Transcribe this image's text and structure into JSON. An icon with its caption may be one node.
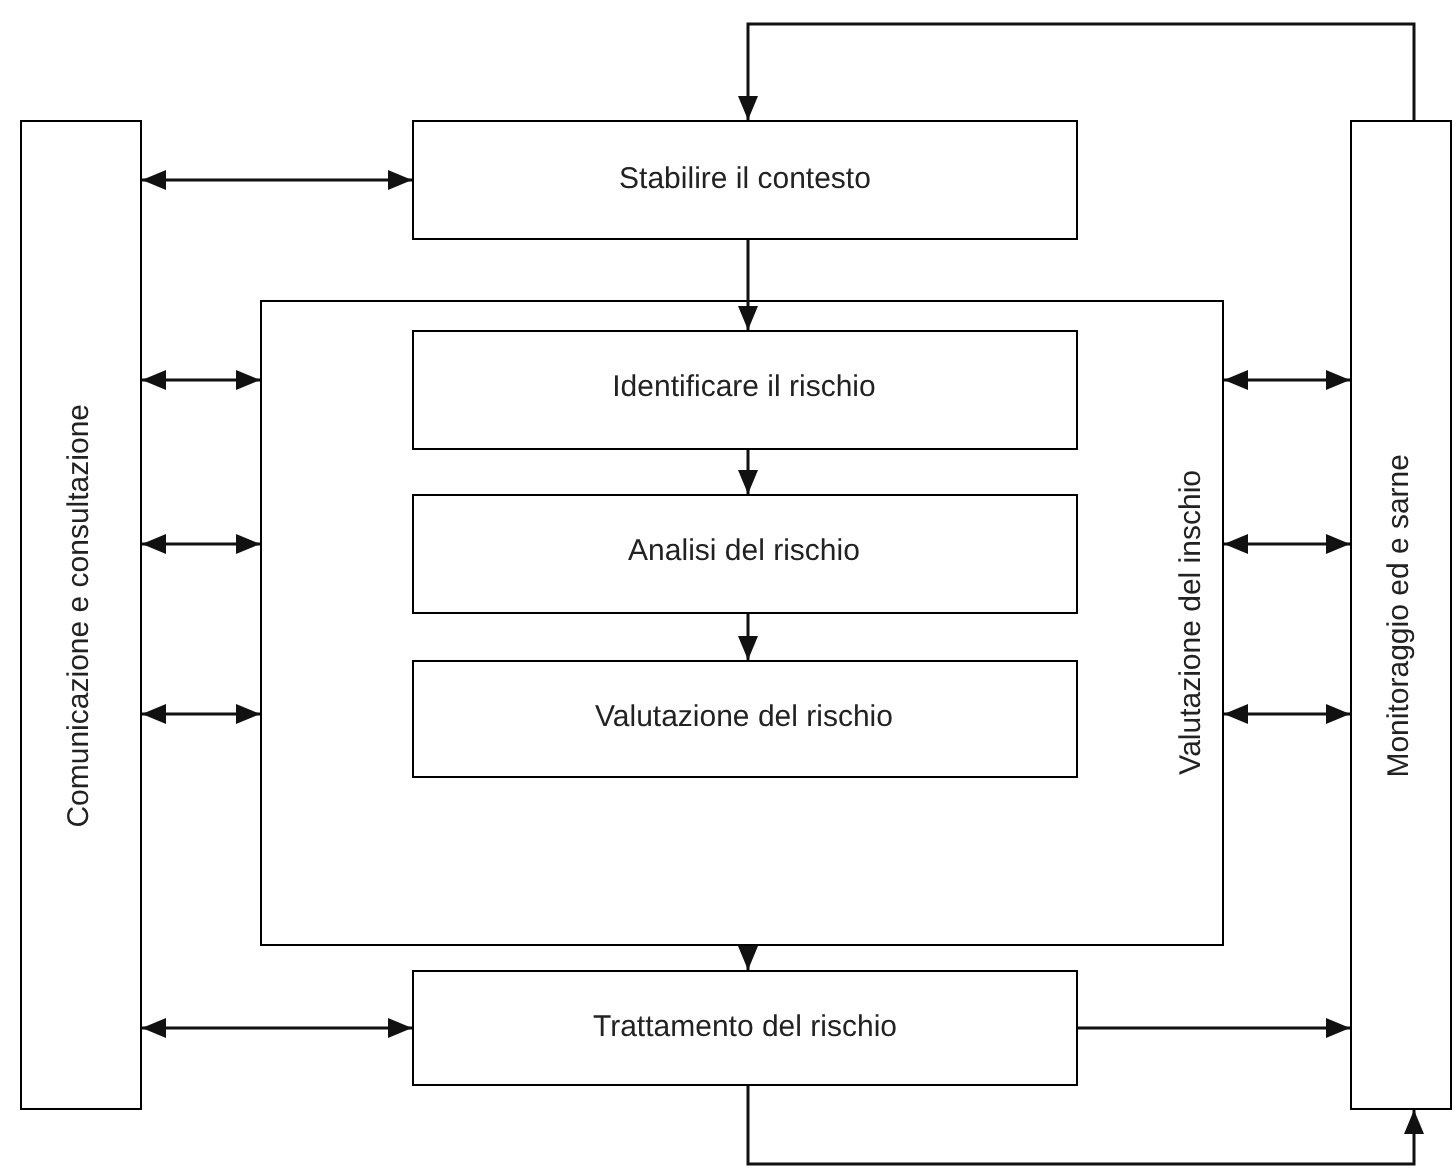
{
  "diagram": {
    "nodes": [
      {
        "text": [
          "Comunicazione e consultazione"
        ]
      },
      {
        "text": [
          "Stabilire il contesto"
        ]
      },
      {
        "text": [
          "Valutazione del inschio"
        ]
      },
      {
        "text": [
          "Identificare il rischio"
        ],
        "in": 2
      },
      {
        "text": [
          "Analisi del rischio"
        ],
        "in": 2
      },
      {
        "text": [
          "Valutazione del rischio"
        ],
        "in": 2
      },
      {
        "text": [
          "Trattamento del rischio"
        ]
      },
      {
        "text": [
          "Monitoraggio ed e sarne"
        ]
      }
    ],
    "edges": [
      {
        "from": 7,
        "to": 1,
        "arrow": "to"
      },
      {
        "from": 0,
        "to": 1,
        "arrow": "both"
      },
      {
        "from": 1,
        "to": 3,
        "arrow": "to"
      },
      {
        "from": 3,
        "to": 4,
        "arrow": "to"
      },
      {
        "from": 4,
        "to": 5,
        "arrow": "to"
      },
      {
        "from": 2,
        "to": 6,
        "arrow": "to"
      },
      {
        "from": 0,
        "to": 2,
        "arrow": "both"
      },
      {
        "from": 0,
        "to": 2,
        "arrow": "both"
      },
      {
        "from": 0,
        "to": 2,
        "arrow": "both"
      },
      {
        "from": 2,
        "to": 7,
        "arrow": "both"
      },
      {
        "from": 2,
        "to": 7,
        "arrow": "both"
      },
      {
        "from": 2,
        "to": 7,
        "arrow": "both"
      },
      {
        "from": 0,
        "to": 6,
        "arrow": "both"
      },
      {
        "from": 6,
        "to": 7,
        "arrow": "to"
      },
      {
        "from": 6,
        "to": 7,
        "arrow": "to"
      }
    ]
  }
}
